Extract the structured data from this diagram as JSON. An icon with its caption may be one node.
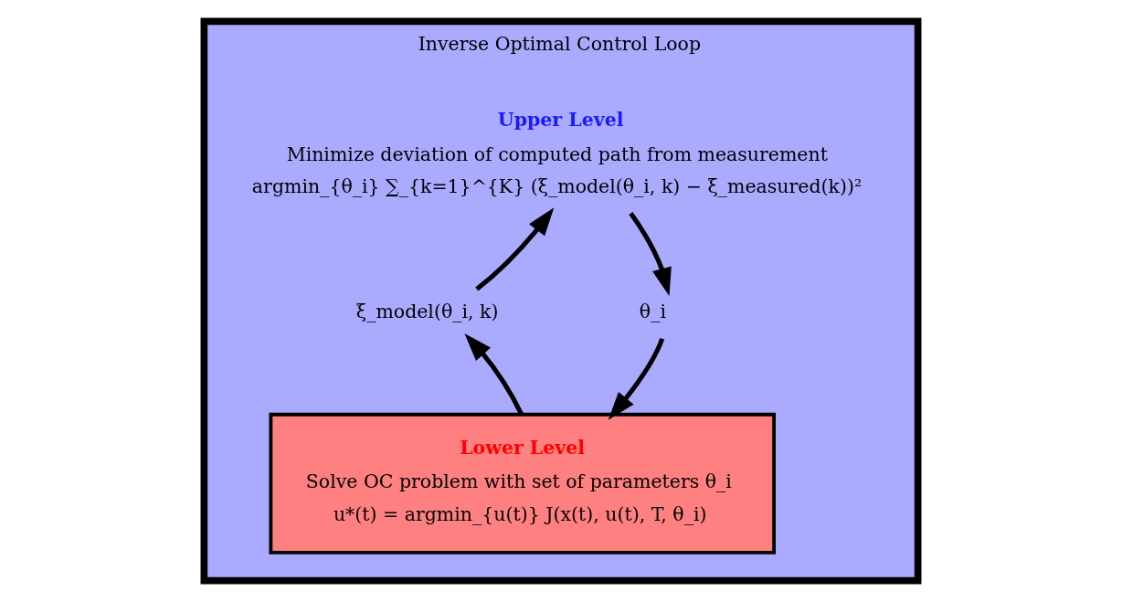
{
  "diagram": {
    "nodes": [
      {
        "text": [
          "Inverse Optimal Control Loop"
        ]
      },
      {
        "text": [
          "Upper Level",
          "Minimize deviation of computed path from measurement",
          "argmin_{θ_i} ∑_{k=1}^{K} (ξ_model(θ_i, k) − ξ_measured(k))²"
        ],
        "in": 0
      },
      {
        "text": [
          "Lower Level",
          "Solve OC problem with set of parameters θ_i",
          "u*(t) = argmin_{u(t)} J(x(t), u(t), T, θ_i)"
        ],
        "in": 0
      },
      {
        "text": [
          "ξ_model(θ_i, k)"
        ],
        "in": 0
      },
      {
        "text": [
          "θ_i"
        ],
        "in": 0
      }
    ],
    "edges": [
      {
        "from": 2,
        "to": 3,
        "arrow": "to"
      },
      {
        "from": 3,
        "to": 1,
        "arrow": "to"
      },
      {
        "from": 1,
        "to": 4,
        "arrow": "to"
      },
      {
        "from": 4,
        "to": 2,
        "arrow": "to"
      }
    ]
  }
}
